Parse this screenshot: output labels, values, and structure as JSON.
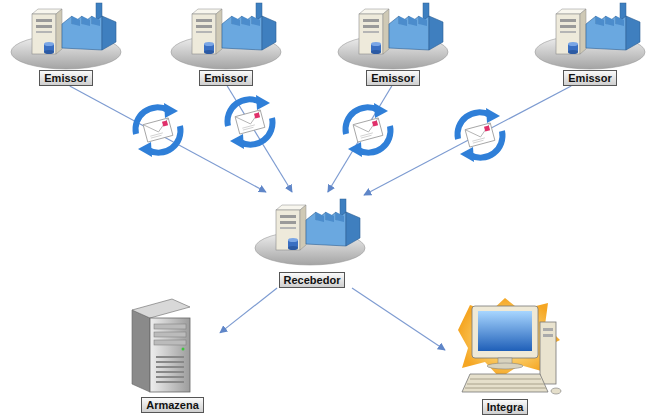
{
  "diagram": {
    "nodes": [
      {
        "text": [
          "Emissor"
        ]
      },
      {
        "text": [
          "Emissor"
        ]
      },
      {
        "text": [
          "Emissor"
        ]
      },
      {
        "text": [
          "Emissor"
        ]
      },
      {
        "text": [
          "Recebedor"
        ]
      },
      {
        "text": [
          "Armazena"
        ]
      },
      {
        "text": [
          "Integra"
        ]
      }
    ],
    "edges": [
      {
        "from": 0,
        "to": 4,
        "arrow": "to"
      },
      {
        "from": 1,
        "to": 4,
        "arrow": "to"
      },
      {
        "from": 2,
        "to": 4,
        "arrow": "to"
      },
      {
        "from": 3,
        "to": 4,
        "arrow": "to"
      },
      {
        "from": 4,
        "to": 5,
        "arrow": "to"
      },
      {
        "from": 4,
        "to": 6,
        "arrow": "to"
      }
    ]
  }
}
